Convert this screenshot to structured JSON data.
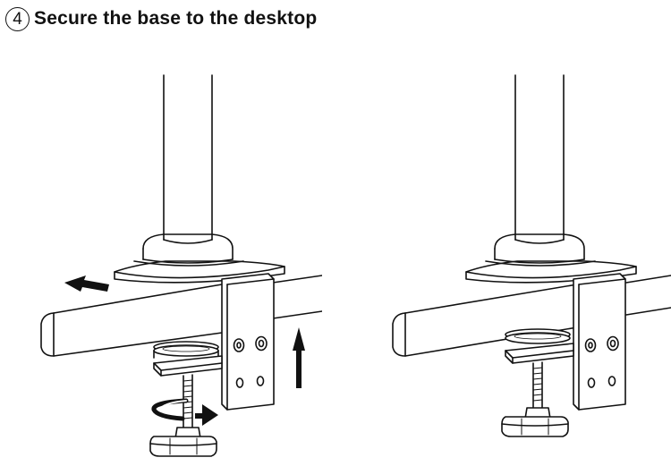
{
  "step": {
    "number": "4",
    "title": "Secure the base to the desktop"
  },
  "figures": [
    {
      "id": "loosened",
      "arrows": [
        "push-left-arrow",
        "raise-up-arrow",
        "rotate-knob-arrow"
      ]
    },
    {
      "id": "tightened",
      "arrows": []
    }
  ],
  "colors": {
    "line": "#111111",
    "fill": "#ffffff",
    "shade": "#e6e6e6"
  }
}
